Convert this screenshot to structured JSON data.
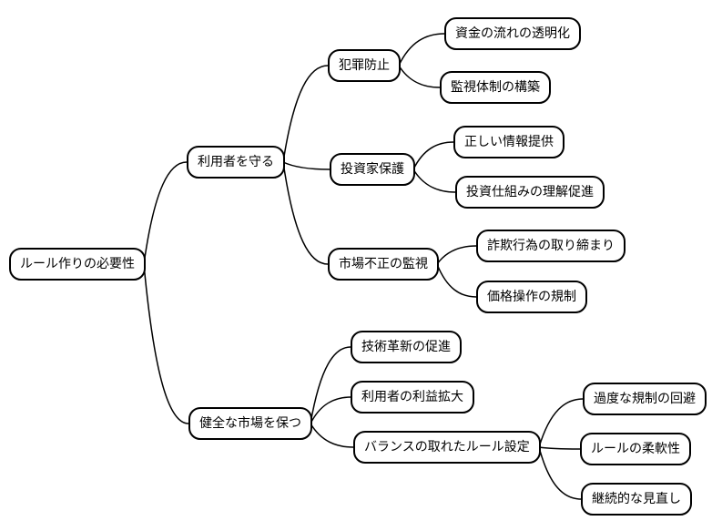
{
  "diagram": {
    "type": "mindmap",
    "direction": "left-to-right",
    "colors": {
      "background": "#ffffff",
      "node_fill": "#ffffff",
      "node_border": "#000000",
      "edge": "#000000",
      "text": "#000000"
    },
    "nodes": [
      {
        "id": "root",
        "label": "ルール作りの必要性",
        "parent": null,
        "level": 0
      },
      {
        "id": "protect-users",
        "label": "利用者を守る",
        "parent": "root",
        "level": 1
      },
      {
        "id": "crime-prevention",
        "label": "犯罪防止",
        "parent": "protect-users",
        "level": 2
      },
      {
        "id": "fund-transparency",
        "label": "資金の流れの透明化",
        "parent": "crime-prevention",
        "level": 3
      },
      {
        "id": "monitoring-system",
        "label": "監視体制の構築",
        "parent": "crime-prevention",
        "level": 3
      },
      {
        "id": "investor-protection",
        "label": "投資家保護",
        "parent": "protect-users",
        "level": 2
      },
      {
        "id": "correct-info",
        "label": "正しい情報提供",
        "parent": "investor-protection",
        "level": 3
      },
      {
        "id": "investment-literacy",
        "label": "投資仕組みの理解促進",
        "parent": "investor-protection",
        "level": 3
      },
      {
        "id": "market-fraud-watch",
        "label": "市場不正の監視",
        "parent": "protect-users",
        "level": 2
      },
      {
        "id": "fraud-crackdown",
        "label": "詐欺行為の取り締まり",
        "parent": "market-fraud-watch",
        "level": 3
      },
      {
        "id": "price-manipulation",
        "label": "価格操作の規制",
        "parent": "market-fraud-watch",
        "level": 3
      },
      {
        "id": "healthy-market",
        "label": "健全な市場を保つ",
        "parent": "root",
        "level": 1
      },
      {
        "id": "tech-innovation",
        "label": "技術革新の促進",
        "parent": "healthy-market",
        "level": 2
      },
      {
        "id": "user-benefit",
        "label": "利用者の利益拡大",
        "parent": "healthy-market",
        "level": 2
      },
      {
        "id": "balanced-rules",
        "label": "バランスの取れたルール設定",
        "parent": "healthy-market",
        "level": 2
      },
      {
        "id": "avoid-overregulation",
        "label": "過度な規制の回避",
        "parent": "balanced-rules",
        "level": 3
      },
      {
        "id": "rule-flexibility",
        "label": "ルールの柔軟性",
        "parent": "balanced-rules",
        "level": 3
      },
      {
        "id": "continuous-review",
        "label": "継続的な見直し",
        "parent": "balanced-rules",
        "level": 3
      }
    ]
  }
}
